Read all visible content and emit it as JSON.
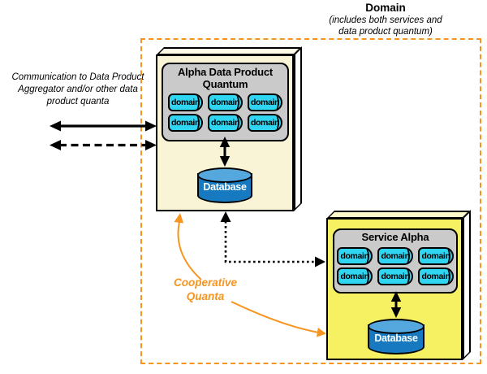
{
  "colors": {
    "accent_orange": "#F7941E",
    "quantum_box_fill": "#F9F4D6",
    "service_box_fill": "#F6F063",
    "component_panel_fill": "#CACACA",
    "domain_chip_fill": "#30D5F2",
    "database_fill": "#1779BF",
    "database_top_fill": "#55A8DD",
    "arrow_black": "#000000"
  },
  "domain_header": {
    "title": "Domain",
    "subtitle_lines": [
      "(includes both services and",
      "data product quantum)"
    ]
  },
  "left_note": {
    "lines": [
      "Communication to Data Product",
      "Aggregator and/or other data",
      "product quanta"
    ]
  },
  "alpha_quantum": {
    "title": "Alpha Data Product Quantum",
    "domains": [
      "domain",
      "domain",
      "domain",
      "domain",
      "domain",
      "domain"
    ],
    "database": "Database"
  },
  "service_alpha": {
    "title": "Service Alpha",
    "domains": [
      "domain",
      "domain",
      "domain",
      "domain",
      "domain",
      "domain"
    ],
    "database": "Database"
  },
  "cooperative": {
    "lines": [
      "Cooperative",
      "Quanta"
    ]
  }
}
